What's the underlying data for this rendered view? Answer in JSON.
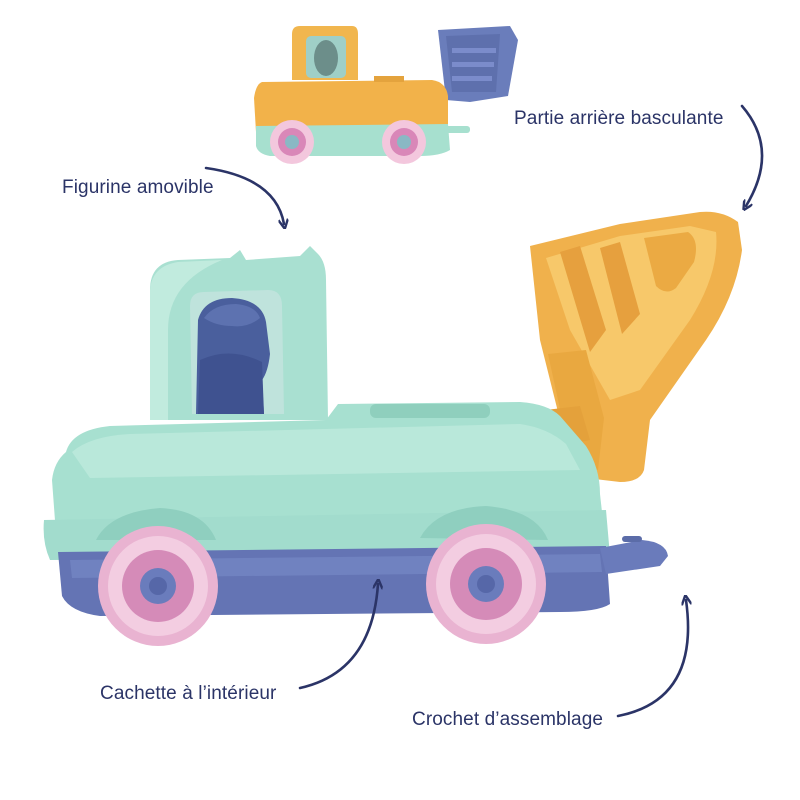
{
  "annotations": {
    "figurine": "Figurine amovible",
    "partie_arriere": "Partie arrière basculante",
    "cachette": "Cachette à l’intérieur",
    "crochet": "Crochet d’assemblage"
  },
  "colors": {
    "label_text": "#2b3467",
    "body_mint": "#a7e0d2",
    "base_blue": "#6474b3",
    "bucket_yellow": "#f0b14c",
    "wheel_pink": "#e6b9d5",
    "figure_blue": "#4b5f9e"
  },
  "icons": [
    "curved-arrow-icon"
  ]
}
